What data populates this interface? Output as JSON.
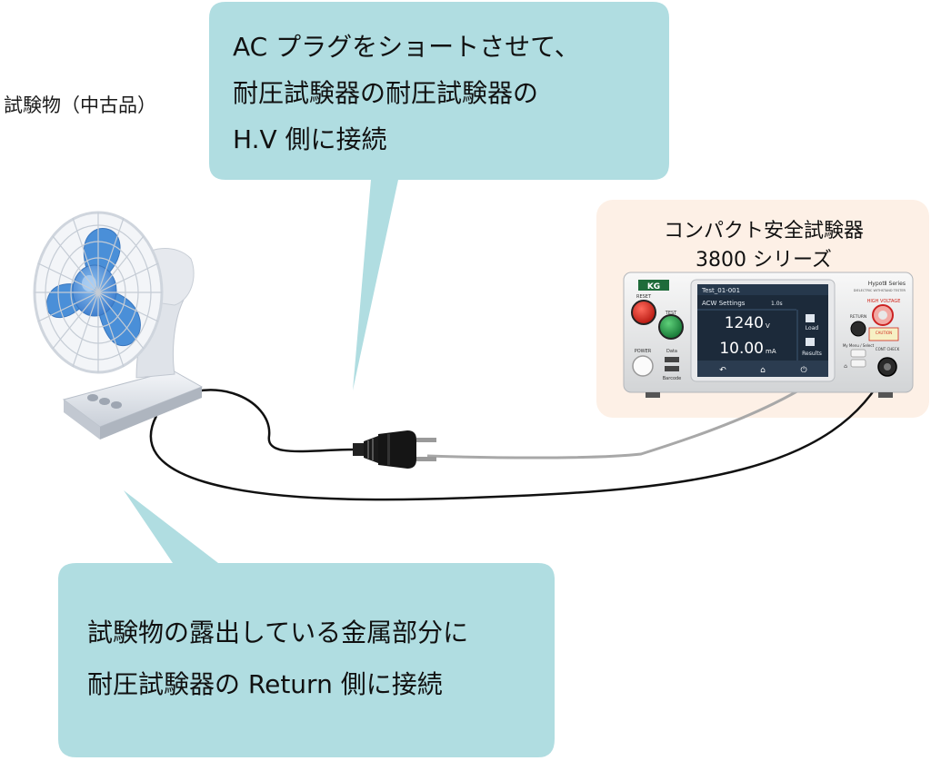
{
  "dut": {
    "label": "試験物（中古品）"
  },
  "callout_top": {
    "lines": [
      "AC プラグをショートさせて、",
      "耐圧試験器の耐圧試験器の",
      "H.V 側に接続"
    ]
  },
  "callout_bottom": {
    "lines": [
      "試験物の露出している金属部分に",
      "耐圧試験器の Return 側に接続"
    ]
  },
  "tester": {
    "title_line1": "コンパクト安全試験器",
    "title_line2": "3800 シリーズ",
    "brand": "KG",
    "series": "HypotⅡ Series",
    "series_sub": "DIELECTRIC WITHSTAND TESTER",
    "buttons": {
      "reset": "RESET",
      "test": "TEST",
      "power": "POWER",
      "data": "Data",
      "barcode": "Barcode",
      "return": "RETURN",
      "high_voltage": "HIGH VOLTAGE",
      "caution": "CAUTION",
      "menu": "My Menu / Select",
      "cont_check": "CONT CHECK"
    },
    "screen": {
      "test_id": "Test_01-001",
      "mode": "ACW Settings",
      "time": "1.0s",
      "voltage": "1240",
      "voltage_unit": "V",
      "current": "10.00",
      "current_unit": "mA",
      "load": "Load",
      "results": "Results"
    }
  },
  "colors": {
    "callout": "#b0dde1",
    "tester_bg": "#fdf0e6",
    "fan_blue": "#4a8fd8",
    "cable_black": "#111111",
    "cable_gray": "#a8a8a8"
  }
}
